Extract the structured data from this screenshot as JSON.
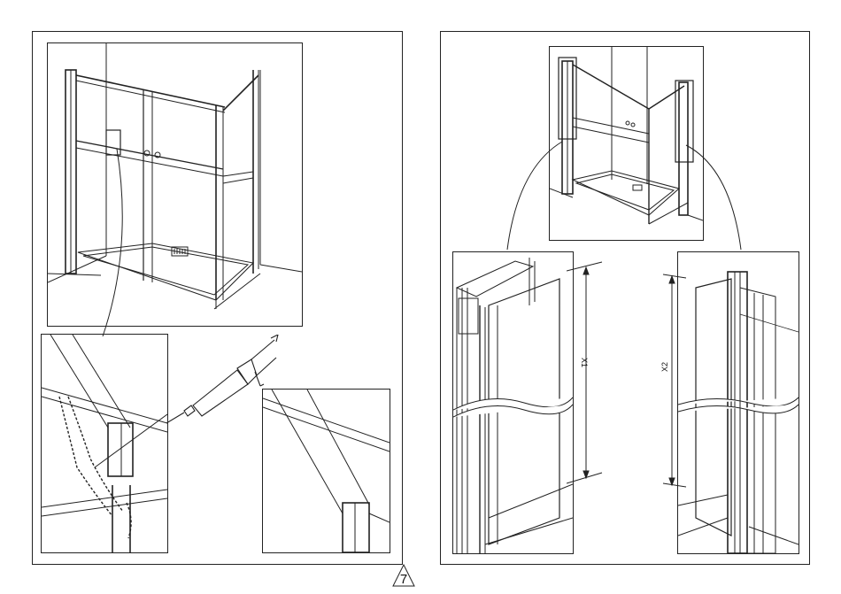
{
  "page": {
    "number": "7"
  },
  "left_panel": {
    "figure": "shower-enclosure-overview",
    "detail_callouts": [
      "silicone-application-detail",
      "finished-profile-detail"
    ]
  },
  "right_panel": {
    "figure": "shower-enclosure-corner-view",
    "dimensions": {
      "left_label": "X1",
      "right_label": "X2"
    }
  }
}
